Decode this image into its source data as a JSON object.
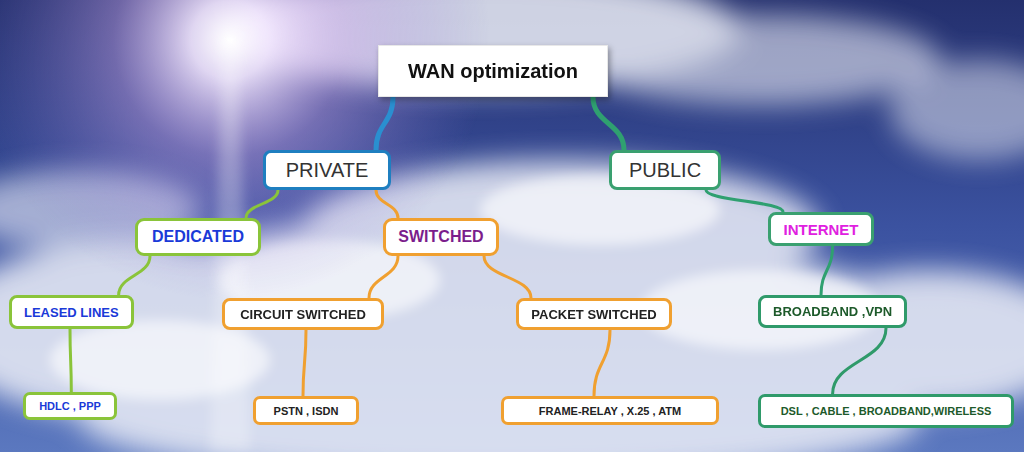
{
  "diagram": {
    "nodes": [
      {
        "text": [
          "WAN optimization"
        ]
      },
      {
        "text": [
          "PRIVATE"
        ]
      },
      {
        "text": [
          "PUBLIC"
        ]
      },
      {
        "text": [
          "DEDICATED"
        ]
      },
      {
        "text": [
          "SWITCHED"
        ]
      },
      {
        "text": [
          "INTERNET"
        ]
      },
      {
        "text": [
          "LEASED LINES"
        ]
      },
      {
        "text": [
          "CIRCUIT SWITCHED"
        ]
      },
      {
        "text": [
          "PACKET SWITCHED"
        ]
      },
      {
        "text": [
          "BROADBAND ,VPN"
        ]
      },
      {
        "text": [
          "HDLC , PPP"
        ]
      },
      {
        "text": [
          "PSTN , ISDN"
        ]
      },
      {
        "text": [
          "FRAME-RELAY , X.25 , ATM"
        ]
      },
      {
        "text": [
          "DSL , CABLE , BROADBAND,WIRELESS"
        ]
      }
    ],
    "edges": [
      {
        "from": 0,
        "to": 1,
        "arrow": "none"
      },
      {
        "from": 0,
        "to": 2,
        "arrow": "none"
      },
      {
        "from": 1,
        "to": 3,
        "arrow": "none"
      },
      {
        "from": 1,
        "to": 4,
        "arrow": "none"
      },
      {
        "from": 2,
        "to": 5,
        "arrow": "none"
      },
      {
        "from": 3,
        "to": 6,
        "arrow": "none"
      },
      {
        "from": 4,
        "to": 7,
        "arrow": "none"
      },
      {
        "from": 4,
        "to": 8,
        "arrow": "none"
      },
      {
        "from": 5,
        "to": 9,
        "arrow": "none"
      },
      {
        "from": 6,
        "to": 10,
        "arrow": "none"
      },
      {
        "from": 7,
        "to": 11,
        "arrow": "none"
      },
      {
        "from": 8,
        "to": 12,
        "arrow": "none"
      },
      {
        "from": 9,
        "to": 13,
        "arrow": "none"
      }
    ]
  }
}
